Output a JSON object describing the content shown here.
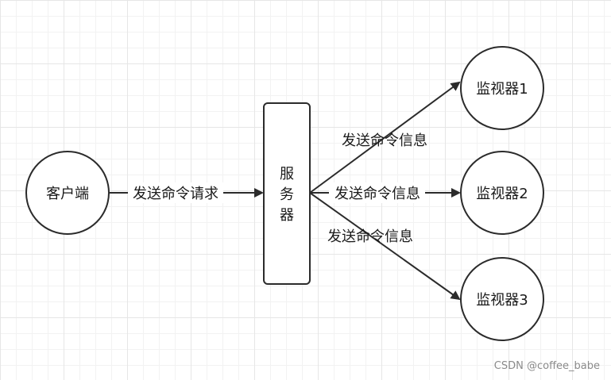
{
  "nodes": {
    "client": "客户端",
    "server_chars": [
      "服",
      "务",
      "器"
    ],
    "monitor_1": "监视器1",
    "monitor_2": "监视器2",
    "monitor_3": "监视器3"
  },
  "edges": {
    "client_to_server": "发送命令请求",
    "server_to_monitor_1": "发送命令信息",
    "server_to_monitor_2": "发送命令信息",
    "server_to_monitor_3": "发送命令信息"
  },
  "watermark": "CSDN @coffee_babe",
  "colors": {
    "stroke": "#2b2b2b",
    "text": "#1a1a1a",
    "grid": "#e6e6e6"
  }
}
